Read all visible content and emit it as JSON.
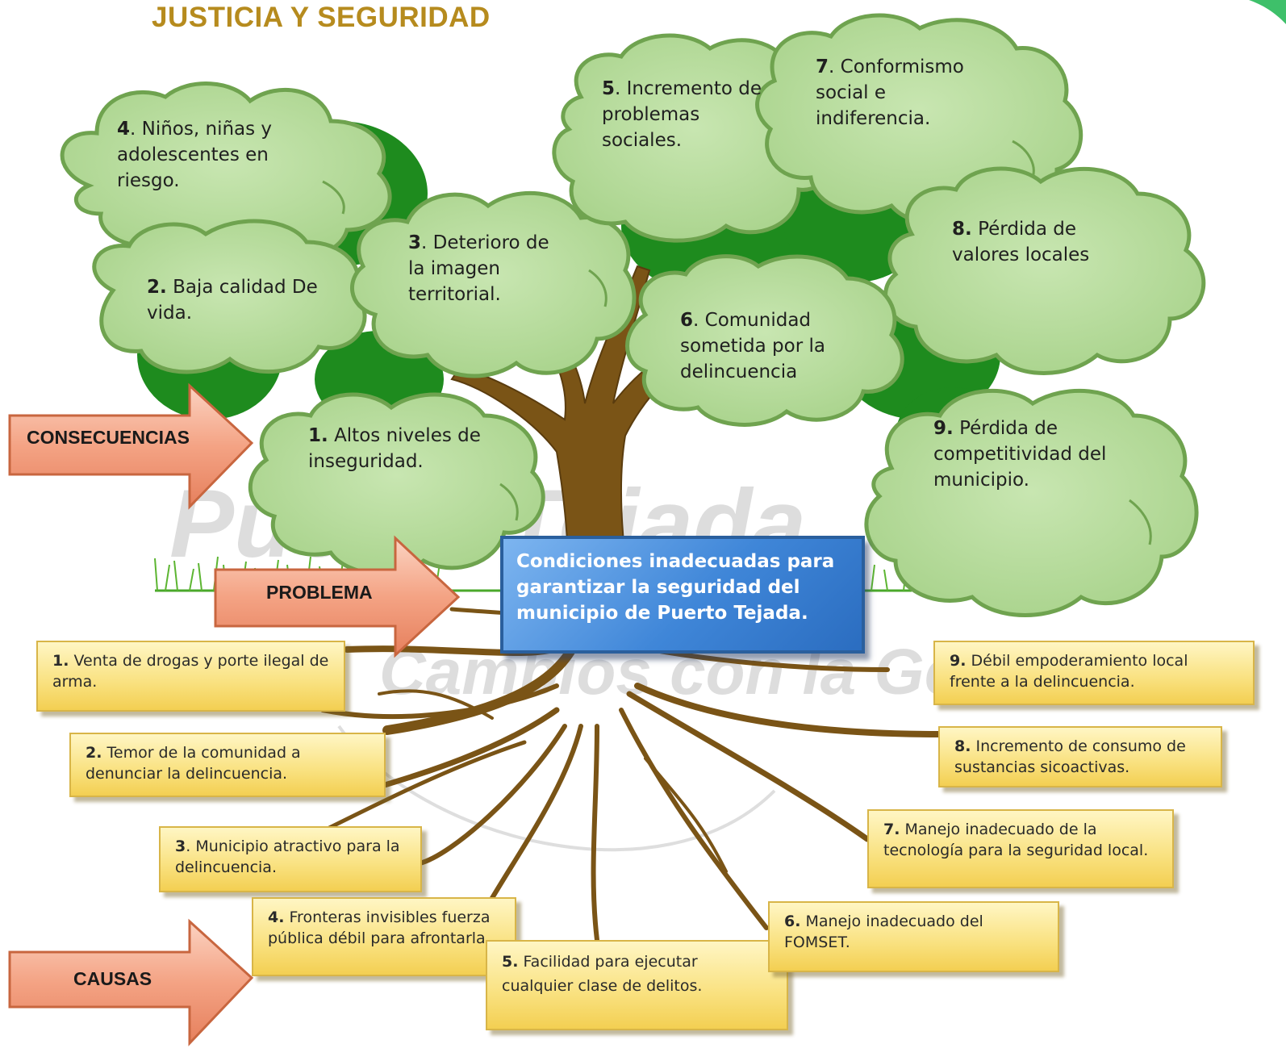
{
  "title": "JUSTICIA Y SEGURIDAD",
  "watermark": {
    "line1": "Puerto Tejada",
    "line2": "Cambios con la Gente"
  },
  "labels": {
    "consequences": "CONSECUENCIAS",
    "problem": "PROBLEMA",
    "causes": "CAUSAS"
  },
  "problem_text": "Condiciones inadecuadas para garantizar la seguridad del municipio de Puerto Tejada.",
  "consequences": [
    {
      "num": "1.",
      "text": "Altos niveles de inseguridad."
    },
    {
      "num": "2.",
      "text": "Baja calidad De vida."
    },
    {
      "num": "3",
      "text": ". Deterioro de la imagen territorial."
    },
    {
      "num": "4",
      "text": ". Niños, niñas y adolescentes en riesgo."
    },
    {
      "num": "5",
      "text": ". Incremento de problemas sociales."
    },
    {
      "num": "6",
      "text": ". Comunidad sometida por la delincuencia"
    },
    {
      "num": "7",
      "text": ". Conformismo social e indiferencia."
    },
    {
      "num": "8.",
      "text": "Pérdida de valores locales"
    },
    {
      "num": "9.",
      "text": "Pérdida de competitividad del municipio."
    }
  ],
  "causes": [
    {
      "num": "1.",
      "text": "Venta de drogas y porte ilegal de arma."
    },
    {
      "num": "2.",
      "text": "Temor de la comunidad a denunciar la delincuencia."
    },
    {
      "num": "3",
      "text": ". Municipio atractivo para la delincuencia."
    },
    {
      "num": "4.",
      "text": "Fronteras invisibles fuerza pública débil para afrontarla"
    },
    {
      "num": "5.",
      "text": "Facilidad para ejecutar cualquier clase de delitos."
    },
    {
      "num": "6.",
      "text": "Manejo inadecuado del FOMSET."
    },
    {
      "num": "7.",
      "text": "Manejo inadecuado de la tecnología para la seguridad local."
    },
    {
      "num": "8.",
      "text": "Incremento de consumo de sustancias sicoactivas."
    },
    {
      "num": "9.",
      "text": "Débil empoderamiento local frente a la delincuencia."
    }
  ],
  "colors": {
    "title": "#b68b1e",
    "cloud_fill": "#b8dc9e",
    "cloud_stroke": "#6fa34f",
    "foliage": "#1e8b1e",
    "trunk": "#7a5416",
    "cause_box": "#f9e17f",
    "arrow": "#f4a384",
    "problem_box": "#3f86d8"
  }
}
